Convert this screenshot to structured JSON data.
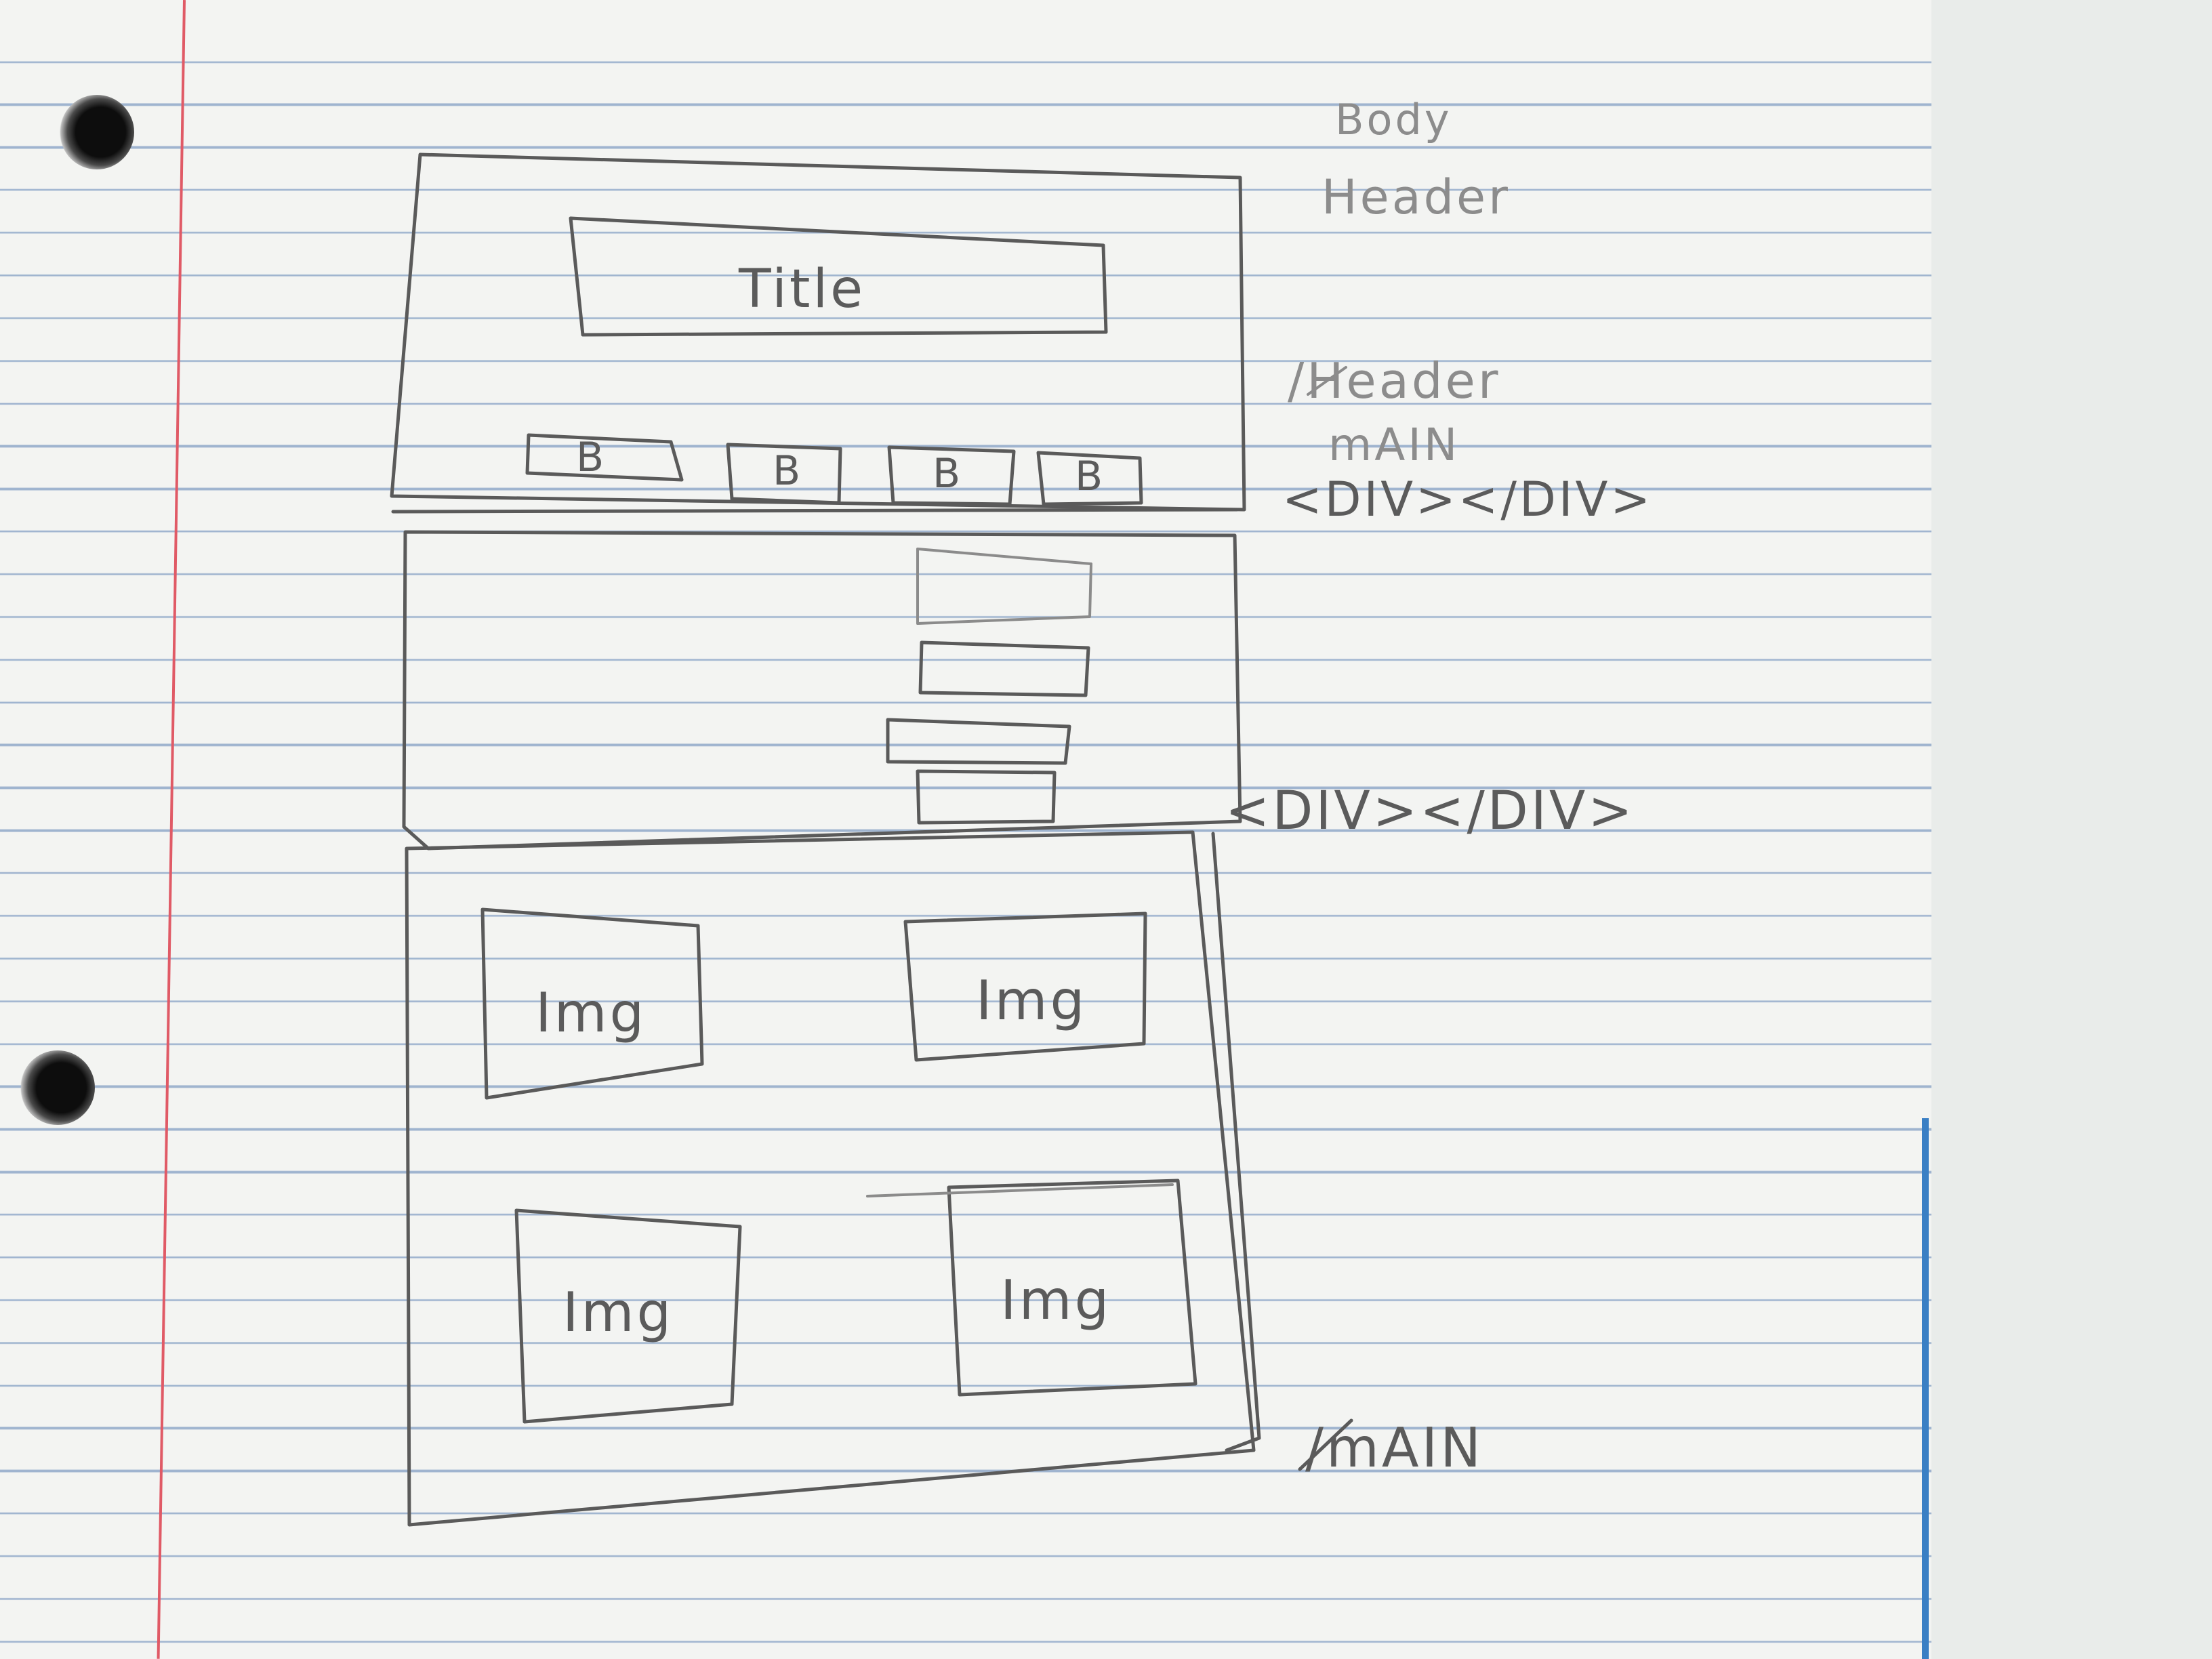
{
  "notes": {
    "body": "Body",
    "header_open": "Header",
    "header_close": "/Header",
    "main_open": "mAIN",
    "div_pair_1": "<DIV></DIV>",
    "div_pair_2": "<DIV></DIV>",
    "main_close": "/mAIN"
  },
  "wireframe": {
    "title_label": "Title",
    "buttons": [
      "B",
      "B",
      "B",
      "B"
    ],
    "images": [
      "Img",
      "Img",
      "Img",
      "Img"
    ]
  }
}
